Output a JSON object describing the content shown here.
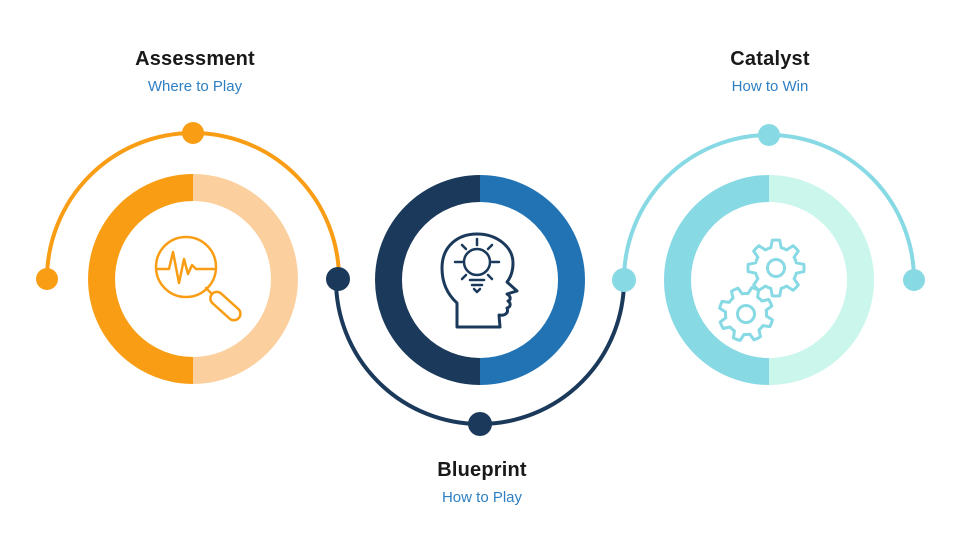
{
  "colors": {
    "background": "#ffffff",
    "title_text": "#191919",
    "subtitle_text": "#2e7fc3",
    "orange": "#F99D15",
    "orange_light": "#FCD09E",
    "navy": "#1B3A5B",
    "blue": "#2173B4",
    "teal": "#87D9E4",
    "teal_light": "#CBF6EC"
  },
  "stages": [
    {
      "title": "Assessment",
      "subtitle": "Where to Play",
      "icon": "magnifier-pulse-icon",
      "ring_left_color": "#F99D15",
      "ring_right_color": "#FCD09E",
      "arc_color": "#F99D15",
      "arc_position": "top"
    },
    {
      "title": "Blueprint",
      "subtitle": "How to Play",
      "icon": "head-lightbulb-icon",
      "ring_left_color": "#1B3A5B",
      "ring_right_color": "#2173B4",
      "arc_color": "#1B3A5B",
      "arc_position": "bottom"
    },
    {
      "title": "Catalyst",
      "subtitle": "How to Win",
      "icon": "gears-icon",
      "ring_left_color": "#87D9E4",
      "ring_right_color": "#CBF6EC",
      "arc_color": "#87D9E4",
      "arc_position": "top"
    }
  ]
}
